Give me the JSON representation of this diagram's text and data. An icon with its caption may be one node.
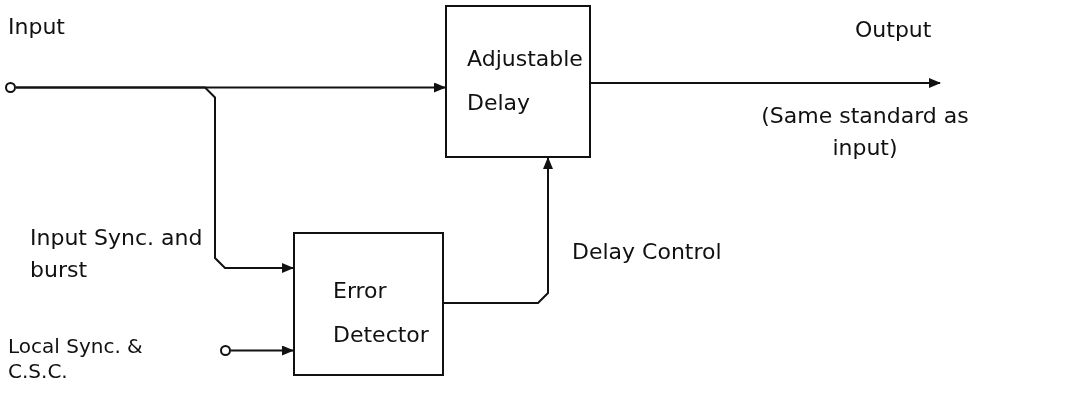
{
  "diagram": {
    "nodes": [
      {
        "text": [],
        "shape": "circle",
        "beside": [
          "Input"
        ]
      },
      {
        "text": [
          "Adjustable Delay"
        ]
      },
      {
        "text": [
          "Error Detector"
        ]
      },
      {
        "text": [],
        "shape": "circle",
        "beside": [
          "Local Sync. & C.S.C."
        ]
      }
    ],
    "edges": [
      {
        "from": 0,
        "to": 1,
        "arrow": "to"
      },
      {
        "from": 0,
        "to": 2,
        "arrow": "to",
        "label": "Input Sync. and burst"
      },
      {
        "from": 3,
        "to": 2,
        "arrow": "to"
      },
      {
        "from": 2,
        "to": 1,
        "arrow": "to",
        "label": "Delay Control"
      },
      {
        "from": 1,
        "to": null,
        "arrow": "to",
        "label": "Output"
      }
    ],
    "labels": [
      "(Same standard as input)"
    ]
  }
}
